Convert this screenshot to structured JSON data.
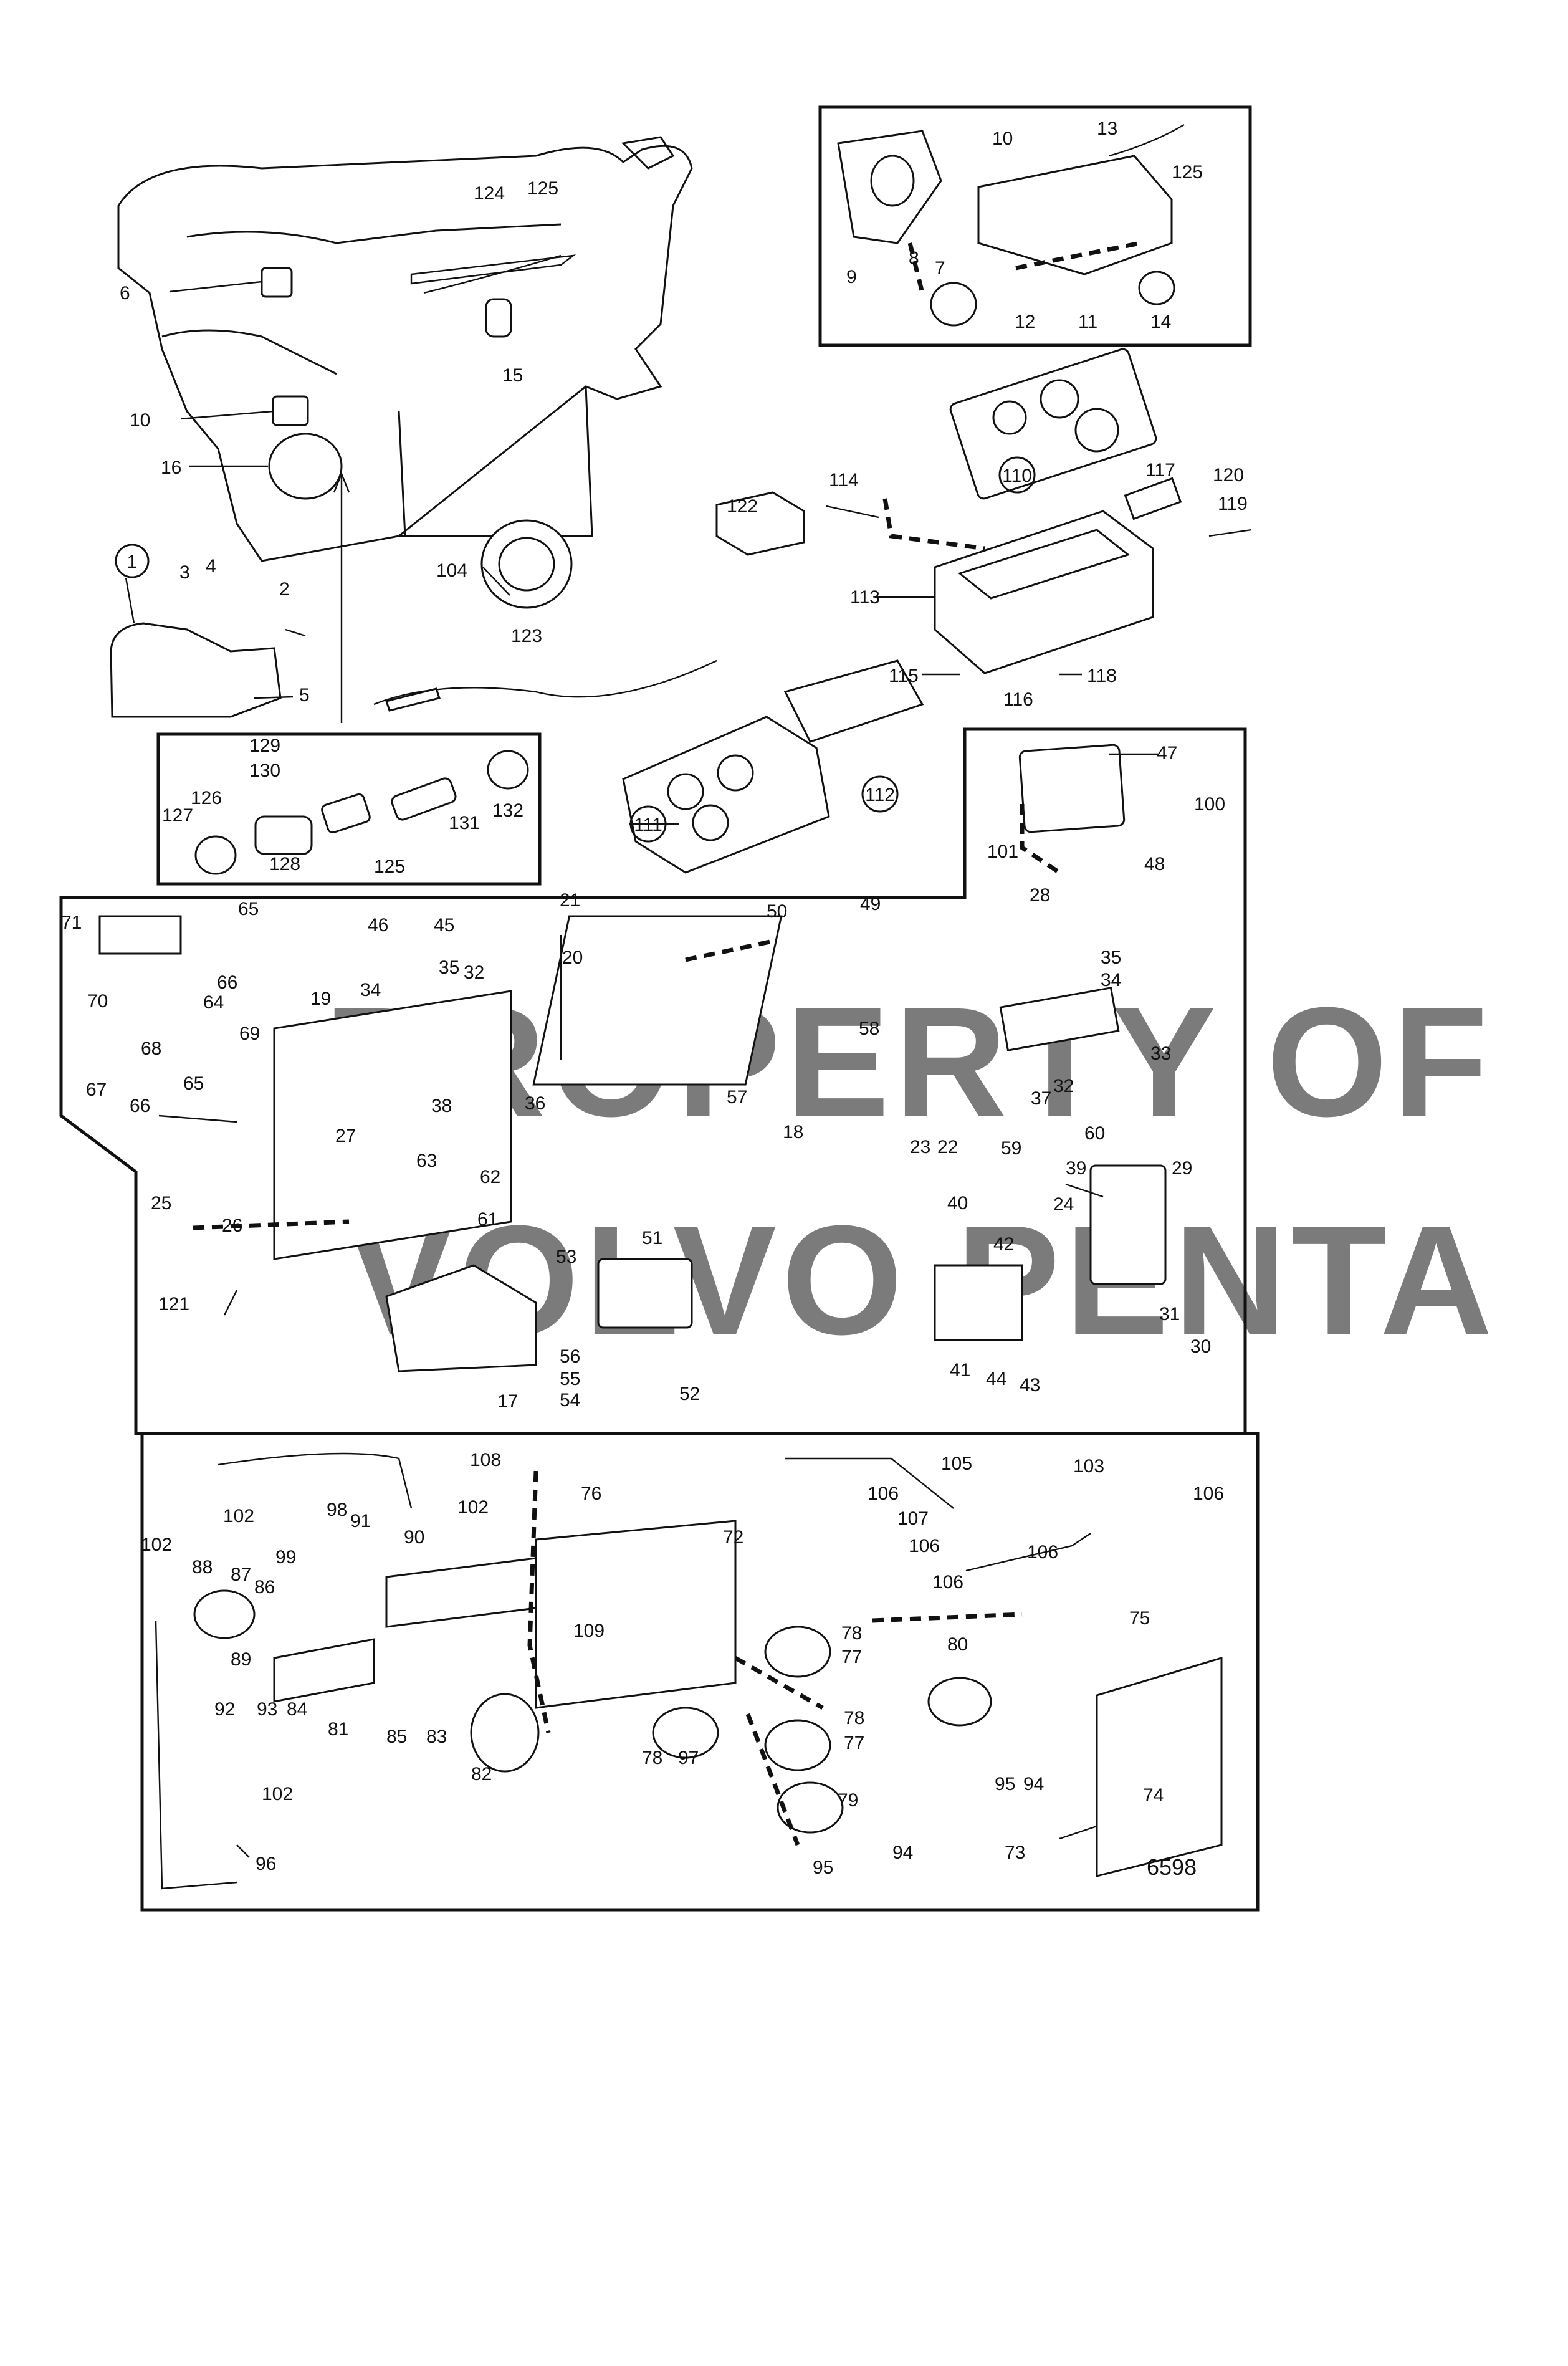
{
  "drawing_number": "6598",
  "watermark": {
    "line1": "PROPERTY OF",
    "line2": "VOLVO PENTA"
  },
  "callouts": {
    "1": "1",
    "2": "2",
    "3": "3",
    "4": "4",
    "5": "5",
    "6": "6",
    "7": "7",
    "8": "8",
    "9": "9",
    "10": "10",
    "11": "11",
    "12": "12",
    "13": "13",
    "14": "14",
    "15": "15",
    "16": "16",
    "17": "17",
    "18": "18",
    "19": "19",
    "20": "20",
    "21": "21",
    "22": "22",
    "23": "23",
    "24": "24",
    "25": "25",
    "26": "26",
    "27": "27",
    "28": "28",
    "29": "29",
    "30": "30",
    "31": "31",
    "32": "32",
    "33": "33",
    "34": "34",
    "35": "35",
    "36": "36",
    "37": "37",
    "38": "38",
    "39": "39",
    "40": "40",
    "41": "41",
    "42": "42",
    "43": "43",
    "44": "44",
    "45": "45",
    "46": "46",
    "47": "47",
    "48": "48",
    "49": "49",
    "50": "50",
    "51": "51",
    "52": "52",
    "53": "53",
    "54": "54",
    "55": "55",
    "56": "56",
    "57": "57",
    "58": "58",
    "59": "59",
    "60": "60",
    "61": "61",
    "62": "62",
    "63": "63",
    "64": "64",
    "65": "65",
    "66": "66",
    "67": "67",
    "68": "68",
    "69": "69",
    "70": "70",
    "71": "71",
    "72": "72",
    "73": "73",
    "74": "74",
    "75": "75",
    "76": "76",
    "77": "77",
    "78": "78",
    "79": "79",
    "80": "80",
    "81": "81",
    "82": "82",
    "83": "83",
    "84": "84",
    "85": "85",
    "86": "86",
    "87": "87",
    "88": "88",
    "89": "89",
    "90": "90",
    "91": "91",
    "92": "92",
    "93": "93",
    "94": "94",
    "95": "95",
    "96": "96",
    "97": "97",
    "98": "98",
    "99": "99",
    "100": "100",
    "101": "101",
    "102": "102",
    "103": "103",
    "104": "104",
    "105": "105",
    "106": "106",
    "107": "107",
    "108": "108",
    "109": "109",
    "110": "110",
    "111": "111",
    "112": "112",
    "113": "113",
    "114": "114",
    "115": "115",
    "116": "116",
    "117": "117",
    "118": "118",
    "119": "119",
    "120": "120",
    "121": "121",
    "122": "122",
    "123": "123",
    "124": "124",
    "125": "125",
    "126": "126",
    "127": "127",
    "128": "128",
    "129": "129",
    "130": "130",
    "131": "131",
    "132": "132"
  }
}
